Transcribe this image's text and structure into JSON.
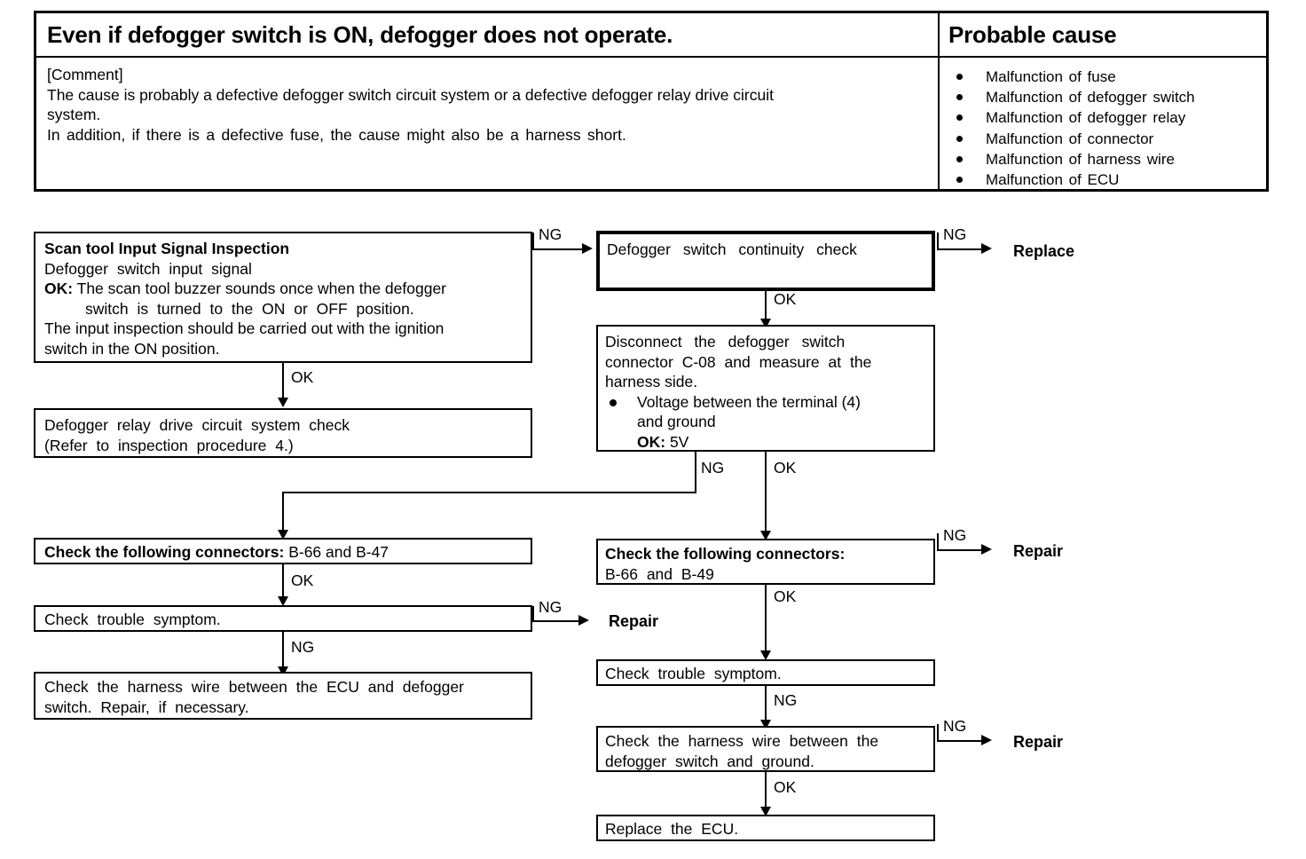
{
  "header": {
    "symptom_title": "Even if defogger switch is ON, defogger does not operate.",
    "cause_title": "Probable cause",
    "comment_label": "[Comment]",
    "comment_lines": [
      "The cause is probably a defective defogger switch circuit system or a defective defogger relay drive circuit",
      "system.",
      "In addition, if there is a defective fuse, the cause might also be a harness short."
    ],
    "causes": [
      "Malfunction of fuse",
      "Malfunction of defogger switch",
      "Malfunction of defogger relay",
      "Malfunction of connector",
      "Malfunction of harness wire",
      "Malfunction of ECU"
    ]
  },
  "flow": {
    "box_scan_tool": {
      "title": "Scan tool Input Signal Inspection",
      "line2": "Defogger switch input signal",
      "ok_prefix": "OK:",
      "ok_line1": "The scan tool buzzer sounds once when the defogger",
      "ok_line2": "switch is turned to the ON or OFF position.",
      "line5": "The input inspection should be carried out with the ignition",
      "line6": "switch in the ON position."
    },
    "box_relay_drive": {
      "line1": "Defogger relay drive circuit system check",
      "line2": "(Refer to inspection procedure 4.)"
    },
    "box_connectors_left": {
      "bold": "Check the following connectors:",
      "plain": "B-66 and B-47"
    },
    "box_trouble_left": {
      "line1": "Check trouble symptom."
    },
    "box_harness_left": {
      "line1": "Check the harness wire between the ECU and defogger",
      "line2": "switch. Repair, if necessary."
    },
    "box_continuity": {
      "line1": "Defogger switch continuity check"
    },
    "box_disconnect": {
      "line1": "Disconnect the defogger switch",
      "line2": "connector C-08 and measure at the",
      "line3": "harness side.",
      "bullet1": "Voltage between the terminal (4)",
      "bullet1b": "and ground",
      "ok_prefix": "OK:",
      "ok_value": "5V"
    },
    "box_connectors_right": {
      "bold": "Check the following connectors:",
      "plain": "B-66 and B-49"
    },
    "box_trouble_right": {
      "line1": "Check trouble symptom."
    },
    "box_harness_right": {
      "line1": "Check the harness wire between the",
      "line2": "defogger switch and ground."
    },
    "box_replace_ecu": {
      "line1": "Replace the ECU."
    },
    "labels": {
      "ng": "NG",
      "ok": "OK",
      "replace": "Replace",
      "repair": "Repair"
    }
  }
}
